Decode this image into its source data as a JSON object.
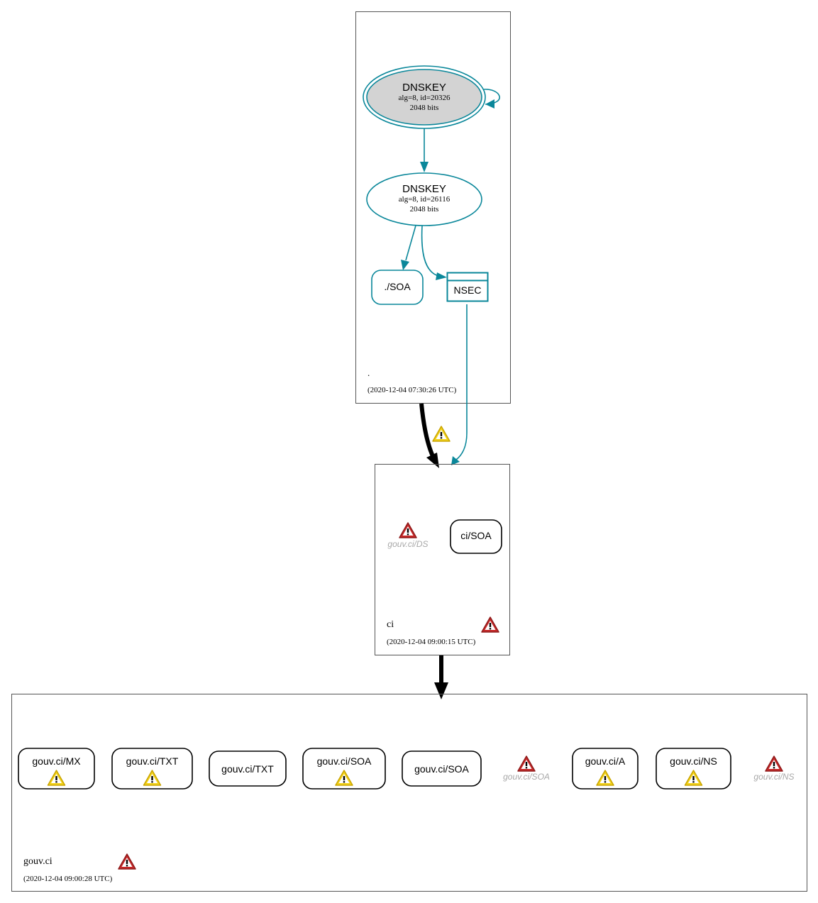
{
  "colors": {
    "teal": "#0a879a",
    "black": "#000000",
    "gray_text": "#a8a8a8",
    "ksk_fill": "#d3d3d3",
    "zone_border": "#555555",
    "warn_yellow": "#f2d21b",
    "error_red": "#c62828"
  },
  "zones": {
    "root": {
      "name": ".",
      "timestamp": "(2020-12-04 07:30:26 UTC)",
      "ksk": {
        "title": "DNSKEY",
        "detail": "alg=8, id=20326",
        "bits": "2048 bits"
      },
      "zsk": {
        "title": "DNSKEY",
        "detail": "alg=8, id=26116",
        "bits": "2048 bits"
      },
      "soa": "./SOA",
      "nsec": "NSEC"
    },
    "ci": {
      "name": "ci",
      "timestamp": "(2020-12-04 09:00:15 UTC)",
      "ds": "gouv.ci/DS",
      "soa": "ci/SOA",
      "status_icon": "error-icon"
    },
    "gouv": {
      "name": "gouv.ci",
      "timestamp": "(2020-12-04 09:00:28 UTC)",
      "status_icon": "error-icon",
      "records": [
        {
          "label": "gouv.ci/MX",
          "icon": "warning-icon"
        },
        {
          "label": "gouv.ci/TXT",
          "icon": "warning-icon"
        },
        {
          "label": "gouv.ci/TXT",
          "icon": ""
        },
        {
          "label": "gouv.ci/SOA",
          "icon": "warning-icon"
        },
        {
          "label": "gouv.ci/SOA",
          "icon": ""
        },
        {
          "label": "gouv.ci/SOA",
          "icon": "error-icon",
          "missing": true
        },
        {
          "label": "gouv.ci/A",
          "icon": "warning-icon"
        },
        {
          "label": "gouv.ci/NS",
          "icon": "warning-icon"
        },
        {
          "label": "gouv.ci/NS",
          "icon": "error-icon",
          "missing": true
        }
      ]
    }
  },
  "delegations": {
    "root_to_ci": {
      "status_icon": "warning-icon"
    },
    "ci_to_gouv": {
      "status_icon": ""
    }
  }
}
